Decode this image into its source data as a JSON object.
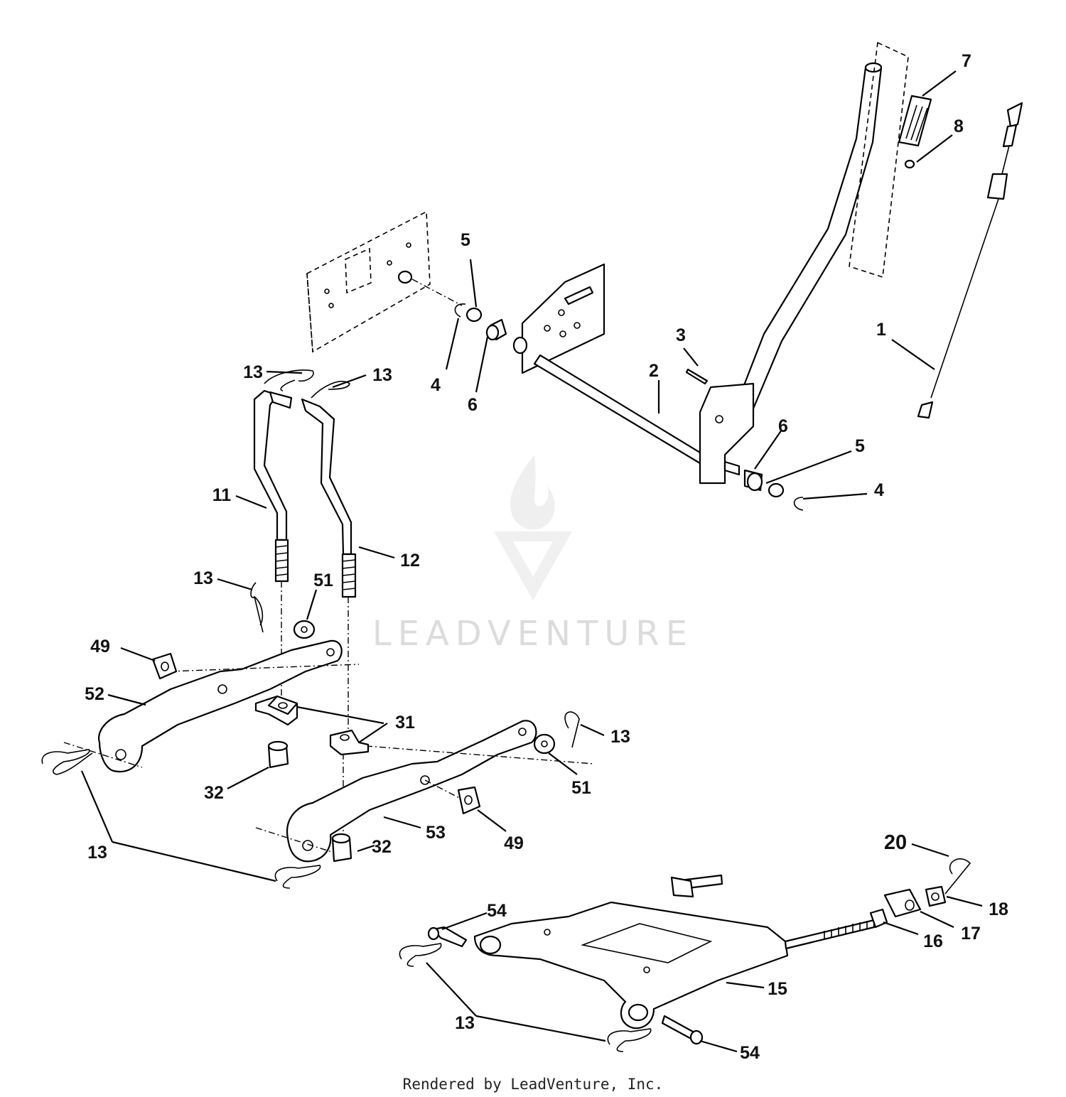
{
  "footer": {
    "text": "Rendered by LeadVenture, Inc."
  },
  "watermark": {
    "text": "LEADVENTURE",
    "logo": "leadventure-flame-v-logo"
  },
  "callouts": [
    {
      "id": "c1",
      "text": "1"
    },
    {
      "id": "c2",
      "text": "2"
    },
    {
      "id": "c3",
      "text": "3"
    },
    {
      "id": "c4a",
      "text": "4"
    },
    {
      "id": "c4b",
      "text": "4"
    },
    {
      "id": "c5a",
      "text": "5"
    },
    {
      "id": "c5b",
      "text": "5"
    },
    {
      "id": "c6a",
      "text": "6"
    },
    {
      "id": "c6b",
      "text": "6"
    },
    {
      "id": "c7",
      "text": "7"
    },
    {
      "id": "c8",
      "text": "8"
    },
    {
      "id": "c11",
      "text": "11"
    },
    {
      "id": "c12",
      "text": "12"
    },
    {
      "id": "c13a",
      "text": "13"
    },
    {
      "id": "c13b",
      "text": "13"
    },
    {
      "id": "c13c",
      "text": "13"
    },
    {
      "id": "c13d",
      "text": "13"
    },
    {
      "id": "c13e",
      "text": "13"
    },
    {
      "id": "c13f",
      "text": "13"
    },
    {
      "id": "c15",
      "text": "15"
    },
    {
      "id": "c16",
      "text": "16"
    },
    {
      "id": "c17",
      "text": "17"
    },
    {
      "id": "c18",
      "text": "18"
    },
    {
      "id": "c20",
      "text": "20"
    },
    {
      "id": "c31",
      "text": "31"
    },
    {
      "id": "c32a",
      "text": "32"
    },
    {
      "id": "c32b",
      "text": "32"
    },
    {
      "id": "c49a",
      "text": "49"
    },
    {
      "id": "c49b",
      "text": "49"
    },
    {
      "id": "c51a",
      "text": "51"
    },
    {
      "id": "c51b",
      "text": "51"
    },
    {
      "id": "c52",
      "text": "52"
    },
    {
      "id": "c53",
      "text": "53"
    },
    {
      "id": "c54a",
      "text": "54"
    },
    {
      "id": "c54b",
      "text": "54"
    }
  ]
}
